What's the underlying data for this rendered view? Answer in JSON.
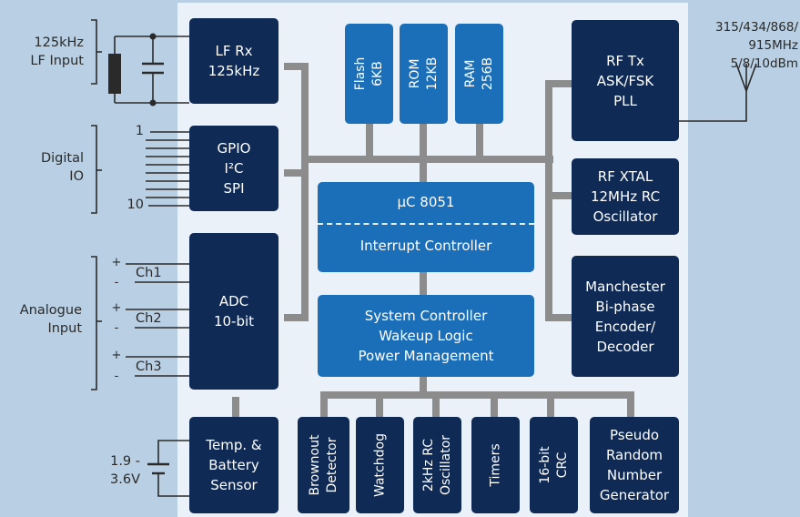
{
  "colors": {
    "background": "#b9cfe3",
    "chip_area": "#eaf1f8",
    "dark_block": "#0e2a55",
    "mid_block": "#1a6fb8",
    "bus": "#8c8c8c",
    "lines": "#2a2a2a"
  },
  "blocks": {
    "lf_rx": [
      "LF Rx",
      "125kHz"
    ],
    "gpio": [
      "GPIO",
      "I²C",
      "SPI"
    ],
    "adc": [
      "ADC",
      "10-bit"
    ],
    "temp": [
      "Temp. &",
      "Battery",
      "Sensor"
    ],
    "flash": [
      "Flash",
      "6KB"
    ],
    "rom": [
      "ROM",
      "12KB"
    ],
    "ram": [
      "RAM",
      "256B"
    ],
    "uc": "µC 8051",
    "interrupt": "Interrupt Controller",
    "system_ctrl": [
      "System Controller",
      "Wakeup Logic",
      "Power Management"
    ],
    "rf_tx": [
      "RF Tx",
      "ASK/FSK",
      "PLL"
    ],
    "rf_xtal": [
      "RF XTAL",
      "12MHz RC",
      "Oscillator"
    ],
    "manchester": [
      "Manchester",
      "Bi-phase",
      "Encoder/",
      "Decoder"
    ],
    "brownout": [
      "Brownout",
      "Detector"
    ],
    "watchdog": [
      "Watchdog"
    ],
    "osc2khz": [
      "2kHz RC",
      "Oscillator"
    ],
    "timers": [
      "Timers"
    ],
    "crc": [
      "16-bit",
      "CRC"
    ],
    "prng": [
      "Pseudo",
      "Random",
      "Number",
      "Generator"
    ]
  },
  "labels": {
    "lf_input": [
      "125kHz",
      "LF Input"
    ],
    "digital_io": [
      "Digital",
      "IO"
    ],
    "analogue_input": [
      "Analogue",
      "Input"
    ],
    "io_first": "1",
    "io_last": "10",
    "channels": [
      "Ch1",
      "Ch2",
      "Ch3"
    ],
    "plus": "+",
    "minus": "-",
    "battery_voltage": [
      "1.9 -",
      "3.6V"
    ],
    "rf_freq": [
      "315/434/868/",
      "915MHz",
      "5/8/10dBm"
    ]
  }
}
